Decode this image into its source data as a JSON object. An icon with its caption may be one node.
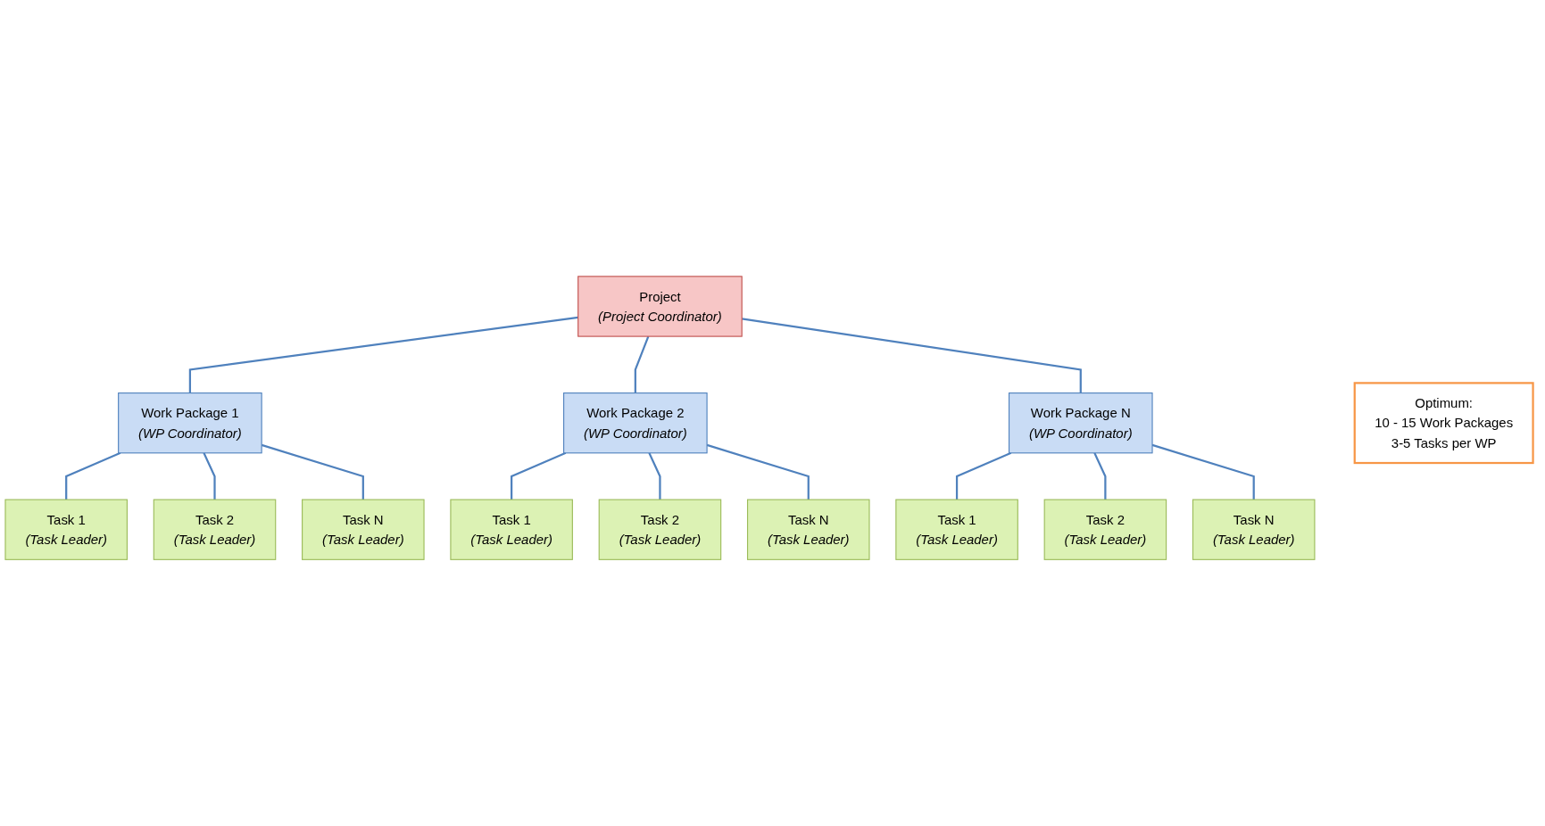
{
  "diagram": {
    "nodes": [
      {
        "text": [
          "Project",
          "(Project Coordinator)"
        ]
      },
      {
        "text": [
          "Work Package 1",
          "(WP Coordinator)"
        ]
      },
      {
        "text": [
          "Task 1",
          "(Task Leader)"
        ]
      },
      {
        "text": [
          "Task 2",
          "(Task Leader)"
        ]
      },
      {
        "text": [
          "Task N",
          "(Task Leader)"
        ]
      },
      {
        "text": [
          "Work Package 2",
          "(WP Coordinator)"
        ]
      },
      {
        "text": [
          "Task 1",
          "(Task Leader)"
        ]
      },
      {
        "text": [
          "Task 2",
          "(Task Leader)"
        ]
      },
      {
        "text": [
          "Task N",
          "(Task Leader)"
        ]
      },
      {
        "text": [
          "Work Package N",
          "(WP Coordinator)"
        ]
      },
      {
        "text": [
          "Task 1",
          "(Task Leader)"
        ]
      },
      {
        "text": [
          "Task 2",
          "(Task Leader)"
        ]
      },
      {
        "text": [
          "Task N",
          "(Task Leader)"
        ]
      },
      {
        "text": [
          "Optimum:",
          "10 - 15 Work Packages",
          "3-5 Tasks per WP"
        ]
      }
    ],
    "edges": [
      {
        "from": 0,
        "to": 1,
        "arrow": "none"
      },
      {
        "from": 0,
        "to": 5,
        "arrow": "none"
      },
      {
        "from": 0,
        "to": 9,
        "arrow": "none"
      },
      {
        "from": 1,
        "to": 2,
        "arrow": "none"
      },
      {
        "from": 1,
        "to": 3,
        "arrow": "none"
      },
      {
        "from": 1,
        "to": 4,
        "arrow": "none"
      },
      {
        "from": 5,
        "to": 6,
        "arrow": "none"
      },
      {
        "from": 5,
        "to": 7,
        "arrow": "none"
      },
      {
        "from": 5,
        "to": 8,
        "arrow": "none"
      },
      {
        "from": 9,
        "to": 10,
        "arrow": "none"
      },
      {
        "from": 9,
        "to": 11,
        "arrow": "none"
      },
      {
        "from": 9,
        "to": 12,
        "arrow": "none"
      }
    ]
  }
}
